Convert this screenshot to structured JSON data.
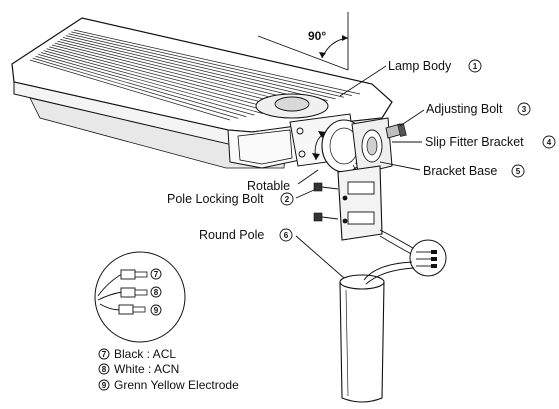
{
  "angle": {
    "text": "90°"
  },
  "callouts": [
    {
      "key": "lamp_body",
      "label": "Lamp Body",
      "num": "1"
    },
    {
      "key": "adjusting_bolt",
      "label": "Adjusting Bolt",
      "num": "3"
    },
    {
      "key": "slip_fitter",
      "label": "Slip Fitter Bracket",
      "num": "4"
    },
    {
      "key": "bracket_base",
      "label": "Bracket Base",
      "num": "5"
    },
    {
      "key": "rotable",
      "label": "Rotable",
      "num": ""
    },
    {
      "key": "pole_locking_bolt",
      "label": "Pole Locking Bolt",
      "num": "2"
    },
    {
      "key": "round_pole",
      "label": "Round Pole",
      "num": "6"
    }
  ],
  "wire_numbers": [
    "7",
    "8",
    "9"
  ],
  "legend": [
    {
      "num": "7",
      "text": "Black : ACL"
    },
    {
      "num": "8",
      "text": "White : ACN"
    },
    {
      "num": "9",
      "text": "Grenn Yellow Electrode"
    }
  ]
}
